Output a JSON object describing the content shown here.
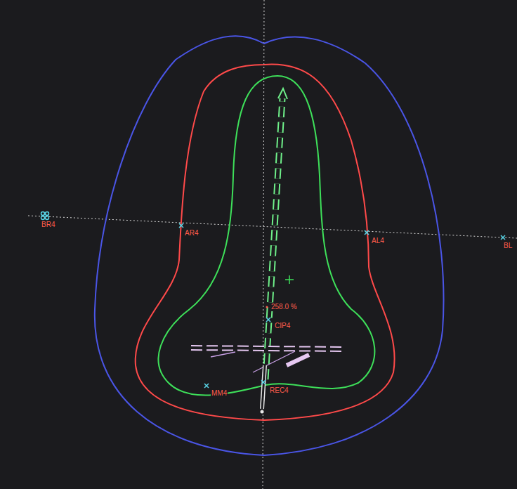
{
  "diagram": {
    "labels": [
      "BR4",
      "AR4",
      "AL4",
      "BL",
      "258.0 %",
      "CIP4",
      "MM4",
      "REC4"
    ]
  }
}
